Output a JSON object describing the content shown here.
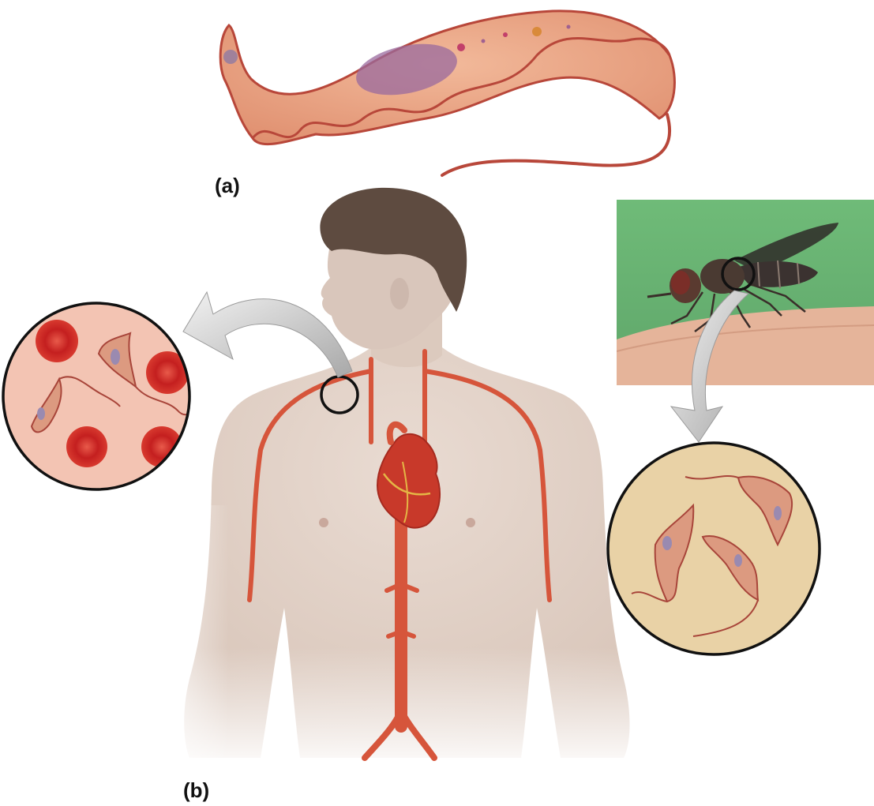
{
  "labels": {
    "panel_a": "(a)",
    "panel_b": "(b)"
  },
  "colors": {
    "trypanosome_body": "#e8a07e",
    "trypanosome_edge": "#b8473a",
    "nucleus": "#9a6a9e",
    "blood_cell": "#d42a2a",
    "blood_bg": "#f3c4b3",
    "fly_bg": "#e9d2a6",
    "skin": "#e5d6cc",
    "artery": "#d6553b",
    "heart": "#c8392a",
    "arrow": "#bdbdbd",
    "photo_green": "#6bb574"
  },
  "icons": {
    "trypanosome": "trypanosome-illustration",
    "human": "human-torso-illustration",
    "fly": "tsetse-fly-photo"
  }
}
